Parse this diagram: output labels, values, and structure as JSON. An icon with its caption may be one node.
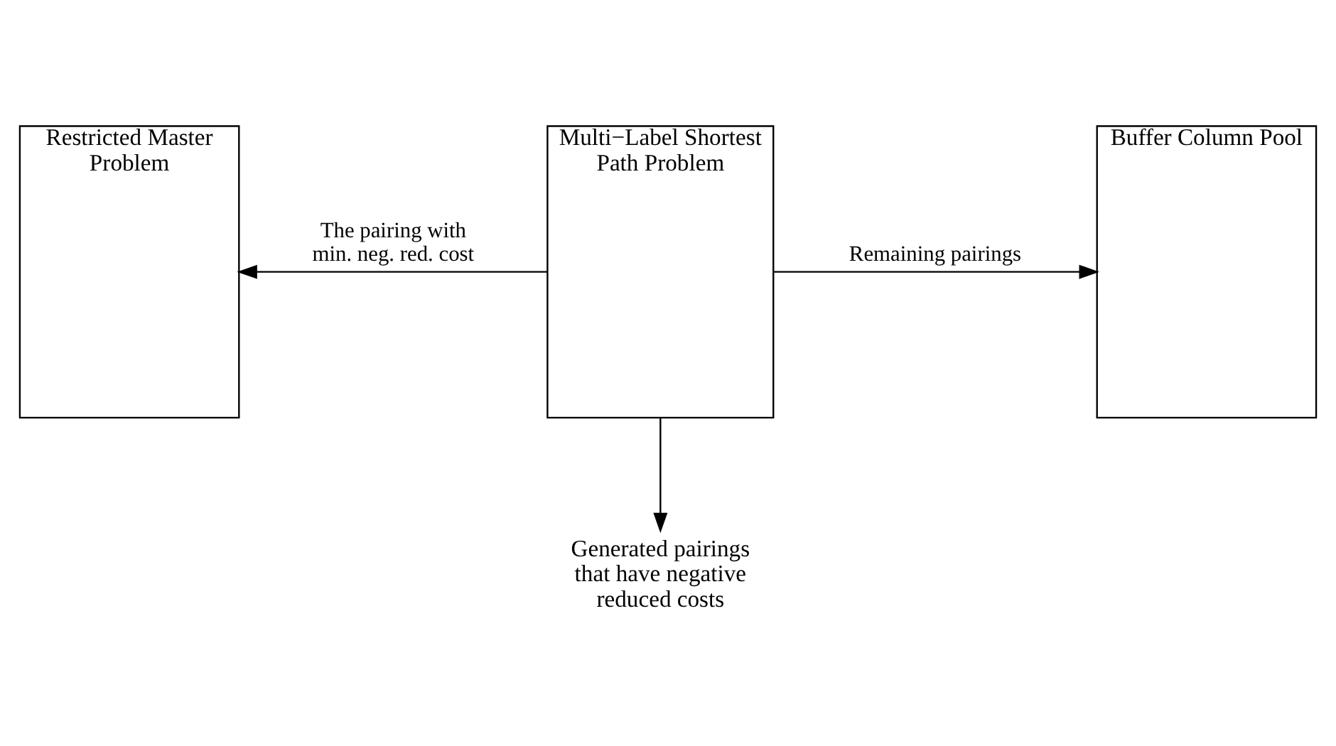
{
  "diagram": {
    "nodes": [
      {
        "text": [
          "Restricted Master Problem"
        ]
      },
      {
        "text": [
          "Multi−Label Shortest Path Problem"
        ]
      },
      {
        "text": [
          "Buffer Column Pool"
        ]
      },
      {
        "text": [
          "Generated pairings that have negative reduced costs"
        ]
      }
    ],
    "edges": [
      {
        "from": 1,
        "to": 0,
        "arrow": "to",
        "label": "The pairing with min. neg. red. cost"
      },
      {
        "from": 1,
        "to": 2,
        "arrow": "to",
        "label": "Remaining pairings"
      },
      {
        "from": 1,
        "to": 3,
        "arrow": "to"
      }
    ]
  }
}
